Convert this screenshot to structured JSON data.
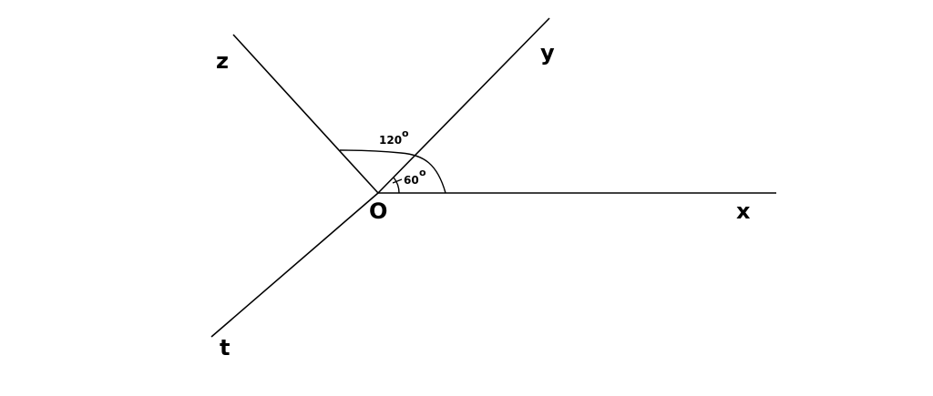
{
  "diagram": {
    "labels": {
      "origin": "O",
      "ray_x": "x",
      "ray_y": "y",
      "ray_z": "z",
      "ray_t": "t"
    },
    "angles": {
      "xoy": {
        "value": "60",
        "degree": "o"
      },
      "xoz": {
        "value": "120",
        "degree": "o"
      }
    }
  }
}
